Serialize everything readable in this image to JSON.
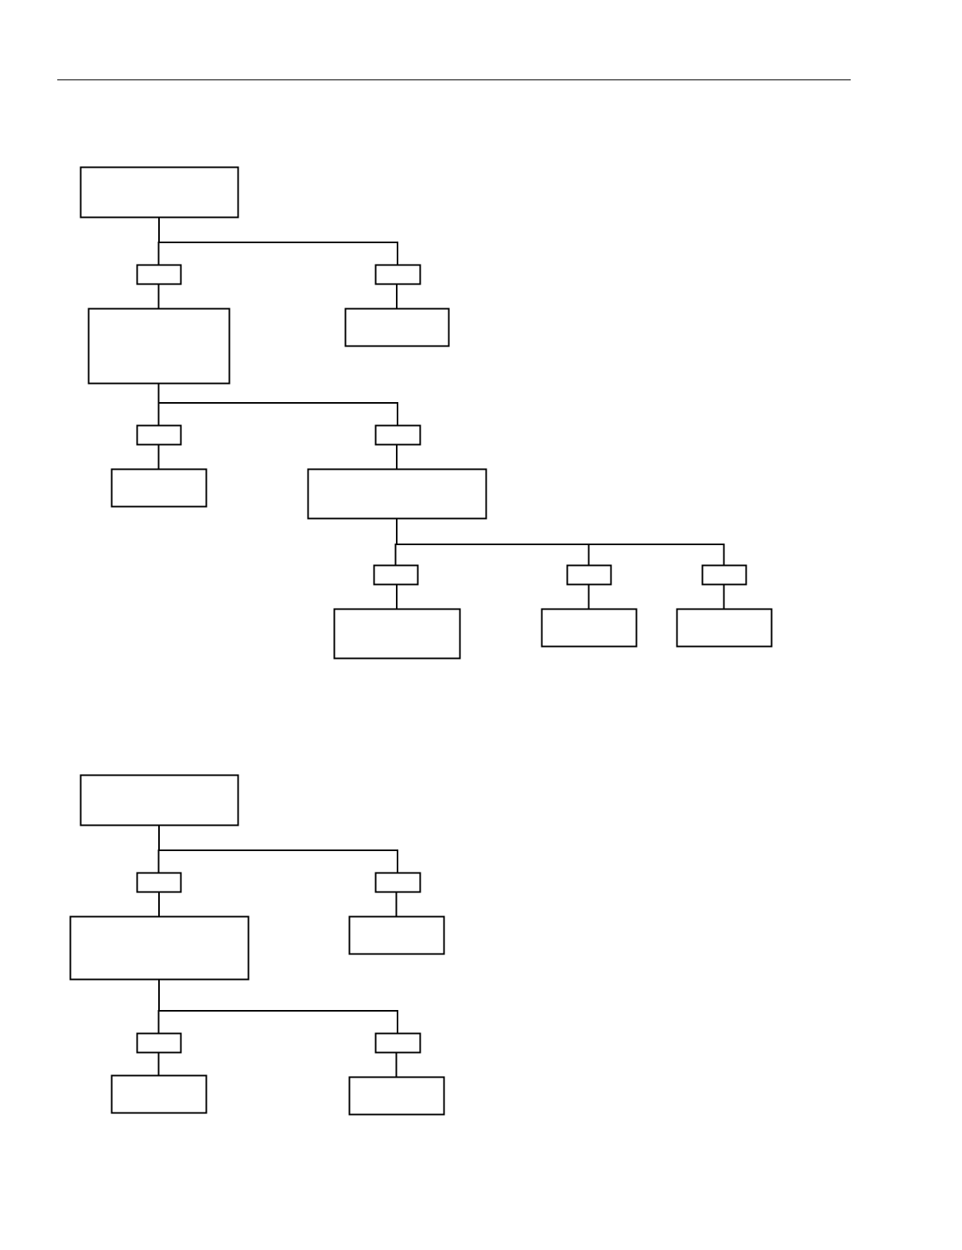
{
  "page": {
    "background": "#ffffff",
    "ink": "#000000"
  },
  "diagrams": [
    {
      "nodes": [
        {
          "id": "d1-root",
          "label": "",
          "kind": "box"
        },
        {
          "id": "d1-e1",
          "label": "",
          "kind": "edge-label"
        },
        {
          "id": "d1-e2",
          "label": "",
          "kind": "edge-label"
        },
        {
          "id": "d1-n1",
          "label": "",
          "kind": "box"
        },
        {
          "id": "d1-n2",
          "label": "",
          "kind": "box"
        },
        {
          "id": "d1-e3",
          "label": "",
          "kind": "edge-label"
        },
        {
          "id": "d1-e4",
          "label": "",
          "kind": "edge-label"
        },
        {
          "id": "d1-n3",
          "label": "",
          "kind": "box"
        },
        {
          "id": "d1-n4",
          "label": "",
          "kind": "box"
        },
        {
          "id": "d1-e5",
          "label": "",
          "kind": "edge-label"
        },
        {
          "id": "d1-e6",
          "label": "",
          "kind": "edge-label"
        },
        {
          "id": "d1-e7",
          "label": "",
          "kind": "edge-label"
        },
        {
          "id": "d1-n5",
          "label": "",
          "kind": "box"
        },
        {
          "id": "d1-n6",
          "label": "",
          "kind": "box"
        },
        {
          "id": "d1-n7",
          "label": "",
          "kind": "box"
        }
      ],
      "edges": [
        [
          "d1-root",
          "d1-e1"
        ],
        [
          "d1-root",
          "d1-e2"
        ],
        [
          "d1-e1",
          "d1-n1"
        ],
        [
          "d1-e2",
          "d1-n2"
        ],
        [
          "d1-n1",
          "d1-e3"
        ],
        [
          "d1-n1",
          "d1-e4"
        ],
        [
          "d1-e3",
          "d1-n3"
        ],
        [
          "d1-e4",
          "d1-n4"
        ],
        [
          "d1-n4",
          "d1-e5"
        ],
        [
          "d1-n4",
          "d1-e6"
        ],
        [
          "d1-n4",
          "d1-e7"
        ],
        [
          "d1-e5",
          "d1-n5"
        ],
        [
          "d1-e6",
          "d1-n6"
        ],
        [
          "d1-e7",
          "d1-n7"
        ]
      ]
    },
    {
      "nodes": [
        {
          "id": "d2-root",
          "label": "",
          "kind": "box"
        },
        {
          "id": "d2-e1",
          "label": "",
          "kind": "edge-label"
        },
        {
          "id": "d2-e2",
          "label": "",
          "kind": "edge-label"
        },
        {
          "id": "d2-n1",
          "label": "",
          "kind": "box"
        },
        {
          "id": "d2-n2",
          "label": "",
          "kind": "box"
        },
        {
          "id": "d2-e3",
          "label": "",
          "kind": "edge-label"
        },
        {
          "id": "d2-e4",
          "label": "",
          "kind": "edge-label"
        },
        {
          "id": "d2-n3",
          "label": "",
          "kind": "box"
        },
        {
          "id": "d2-n4",
          "label": "",
          "kind": "box"
        }
      ],
      "edges": [
        [
          "d2-root",
          "d2-e1"
        ],
        [
          "d2-root",
          "d2-e2"
        ],
        [
          "d2-e1",
          "d2-n1"
        ],
        [
          "d2-e2",
          "d2-n2"
        ],
        [
          "d2-n1",
          "d2-e3"
        ],
        [
          "d2-n1",
          "d2-e4"
        ],
        [
          "d2-e3",
          "d2-n3"
        ],
        [
          "d2-e4",
          "d2-n4"
        ]
      ]
    }
  ]
}
